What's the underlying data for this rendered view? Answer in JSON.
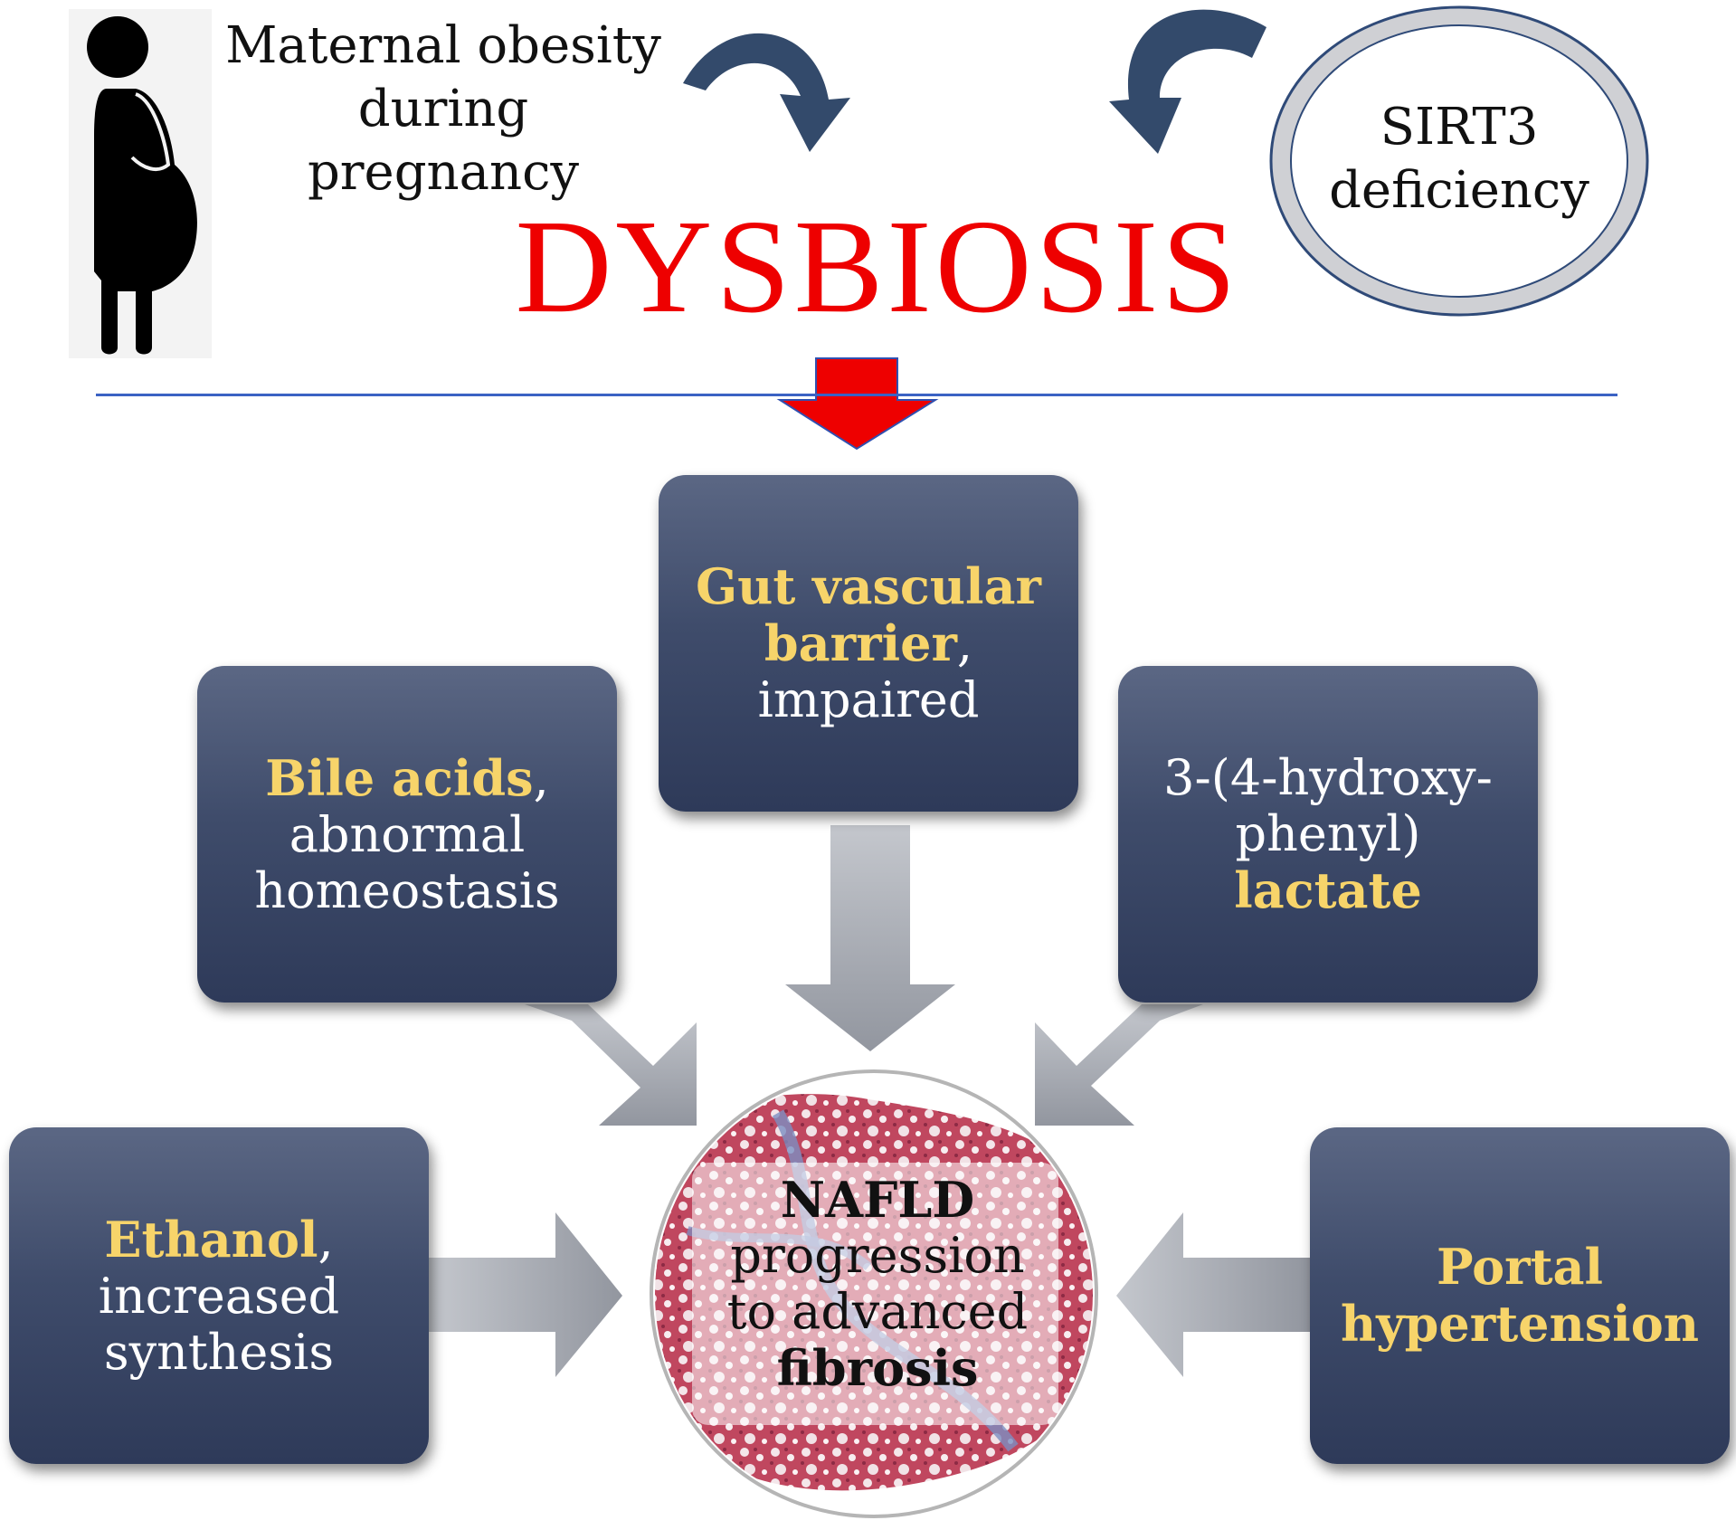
{
  "top": {
    "maternal_line1": "Maternal obesity",
    "maternal_line2": "during pregnancy",
    "sirt3_line1": "SIRT3",
    "sirt3_line2": "deficiency",
    "dysbiosis": "DYSBIOSIS"
  },
  "boxes": {
    "gut": {
      "highlight1": "Gut vascular",
      "highlight2": "barrier",
      "suffix": ",",
      "rest": "impaired"
    },
    "bile": {
      "highlight": "Bile acids",
      "suffix": ",",
      "rest1": "abnormal",
      "rest2": "homeostasis"
    },
    "lactate": {
      "line1": "3-(4-hydroxy-",
      "line2": "phenyl)",
      "highlight": "lactate"
    },
    "ethanol": {
      "highlight": "Ethanol",
      "suffix": ",",
      "rest1": "increased",
      "rest2": "synthesis"
    },
    "portal": {
      "highlight1": "Portal",
      "highlight2": "hypertension"
    }
  },
  "center": {
    "line1": "NAFLD",
    "line2": "progression",
    "line3": "to advanced",
    "line4": "fibrosis"
  },
  "colors": {
    "dysbiosis_red": "#ee0000",
    "box_highlight_gold": "#f7d46a",
    "box_navy": "#3f4c6b",
    "divider_blue": "#3b62c4",
    "arrow_grey": "#a9acb4",
    "curved_arrow_navy": "#334a6b"
  },
  "icons": [
    "pregnant-woman-icon",
    "curved-arrow-icon",
    "red-down-arrow-icon",
    "liver-histology-circle-icon"
  ]
}
